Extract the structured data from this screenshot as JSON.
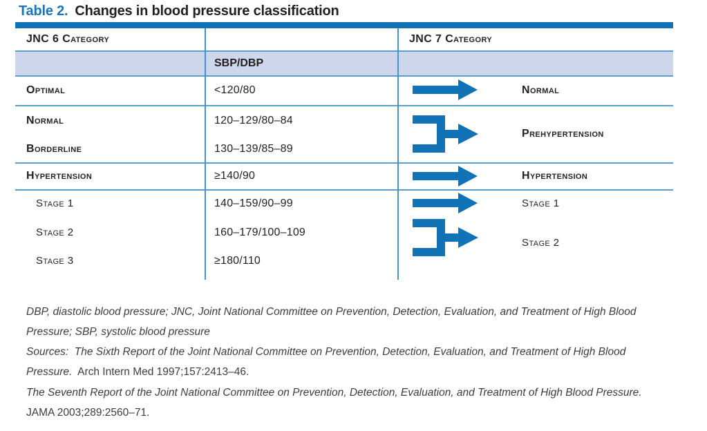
{
  "title": {
    "label": "Table 2.",
    "text": "Changes in blood pressure classification"
  },
  "colors": {
    "brand_blue": "#1173b5",
    "title_label_blue": "#1b74ba",
    "rule_blue_light": "#5b9ed2",
    "divider_blue": "#4a90c8",
    "shaded_row": "#cdd6eb",
    "text_dark": "#231f20",
    "footnote_gray": "#3c3c3c"
  },
  "table": {
    "header": {
      "jnc6": "JNC 6 Category",
      "jnc7": "JNC 7 Category",
      "sbp_dbp": "SBP/DBP"
    },
    "rows": [
      {
        "jnc6": "Optimal",
        "value": "<120/80",
        "jnc7": "Normal",
        "arrow": "straight-arrow"
      },
      {
        "jnc6": "Normal",
        "value": "120–129/80–84",
        "jnc7": "",
        "arrow": ""
      },
      {
        "jnc6": "Borderline",
        "value": "130–139/85–89",
        "jnc7": "Prehypertension",
        "arrow": "merge-arrow"
      },
      {
        "jnc6": "Hypertension",
        "value": "≥140/90",
        "jnc7": "Hypertension",
        "arrow": "straight-arrow"
      },
      {
        "jnc6": "Stage 1",
        "value": "140–159/90–99",
        "jnc7": "Stage 1",
        "arrow": "straight-arrow"
      },
      {
        "jnc6": "Stage 2",
        "value": "160–179/100–109",
        "jnc7": "",
        "arrow": ""
      },
      {
        "jnc6": "Stage 3",
        "value": "≥180/110",
        "jnc7": "Stage 2",
        "arrow": "merge-arrow"
      }
    ]
  },
  "footnotes": {
    "abbreviations": "DBP, diastolic blood pressure; JNC, Joint National Committee on Prevention, Detection, Evaluation, and Treatment of High Blood Pressure; SBP, systolic blood pressure",
    "sources_italic": "Sources:  The Sixth Report of the Joint National Committee on Prevention, Detection, Evaluation, and Treatment of High Blood Pressure.",
    "sources_citation": "  Arch Intern Med 1997;157:2413–46.",
    "seventh_italic": "The Seventh Report of the Joint National Committee on Prevention, Detection, Evaluation, and Treatment of High Blood Pressure.",
    "seventh_citation": "  JAMA 2003;289:2560–71."
  }
}
